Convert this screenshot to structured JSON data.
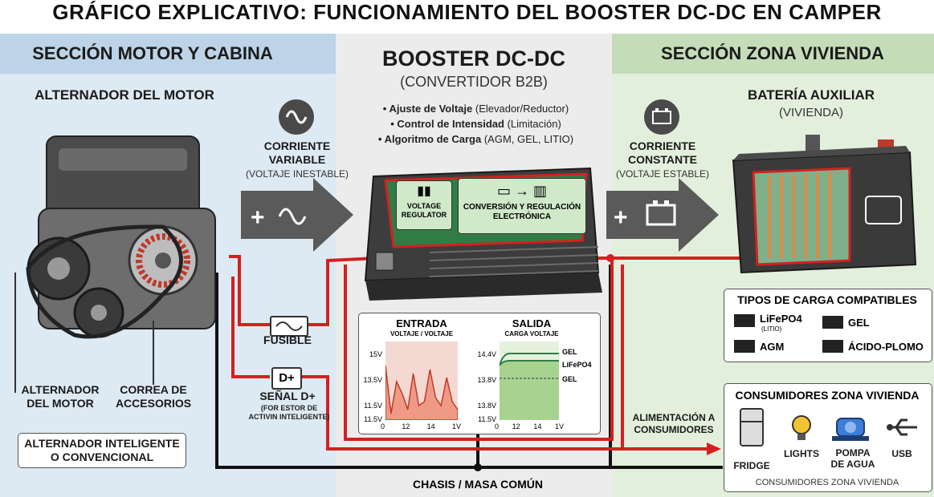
{
  "title": "GRÁFICO EXPLICATIVO: FUNCIONAMIENTO DEL BOOSTER DC-DC EN CAMPER",
  "left": {
    "header": "SECCIÓN MOTOR Y CABINA",
    "engine_title": "ALTERNADOR DEL MOTOR",
    "callout_alternator": "ALTERNADOR\nDEL MOTOR",
    "callout_belt": "CORREA DE\nACCESORIOS",
    "callout_smart": "ALTERNADOR INTELIGENTE\nO CONVENCIONAL"
  },
  "input_current": {
    "title": "CORRIENTE\nVARIABLE",
    "sub": "(VOLTAJE INESTABLE)",
    "icon": "sine-wave-icon",
    "arrow_symbol": "+ ∿"
  },
  "fuse": {
    "label": "FUSIBLE"
  },
  "d_plus": {
    "symbol": "D+",
    "label": "SEÑAL D+",
    "sub": "(FOR ESTOR DE\nACTIVIN INTELIGENTE)"
  },
  "booster": {
    "title": "BOOSTER DC-DC",
    "subtitle": "(CONVERTIDOR B2B)",
    "features": [
      {
        "bold": "• Ajuste de Voltaje",
        "rest": " (Elevador/Reductor)"
      },
      {
        "bold": "• Control de Intensidad",
        "rest": " (Limitación)"
      },
      {
        "bold": "• Algoritmo de Carga",
        "rest": " (AGM, GEL, LITIO)"
      }
    ],
    "module1": "VOLTAGE\nREGULATOR",
    "module2": "CONVERSIÓN Y REGULACIÓN\nELECTRÓNICA"
  },
  "graphs": {
    "input": {
      "title": "ENTRADA",
      "subtitle": "VOLTAJE / VOLTAJE",
      "y_ticks": [
        "15V",
        "13.5V",
        "11.5V",
        "11.5V"
      ],
      "x_ticks": [
        "0",
        "12",
        "14",
        "1V"
      ]
    },
    "output": {
      "title": "SALIDA",
      "subtitle": "CARGA VOLTAJE",
      "y_ticks": [
        "14.4V",
        "13.8V",
        "13.8V",
        "11.5V"
      ],
      "x_ticks": [
        "0",
        "12",
        "14",
        "1V"
      ],
      "series": [
        "GEL",
        "LiFePO4",
        "GEL"
      ]
    }
  },
  "output_current": {
    "title": "CORRIENTE\nCONSTANTE",
    "sub": "(VOLTAJE ESTABLE)",
    "icon": "battery-icon",
    "arrow_symbol": "+"
  },
  "right": {
    "header": "SECCIÓN ZONA VIVIENDA",
    "battery_title": "BATERÍA AUXILIAR",
    "battery_sub": "(VIVIENDA)"
  },
  "charge_types": {
    "title": "TIPOS DE CARGA COMPATIBLES",
    "items": [
      {
        "label": "LiFePO4",
        "sub": "(LITIO)"
      },
      {
        "label": "GEL",
        "sub": ""
      },
      {
        "label": "AGM",
        "sub": ""
      },
      {
        "label": "ÁCIDO-PLOMO",
        "sub": ""
      }
    ]
  },
  "feed": {
    "label": "ALIMENTACIÓN A\nCONSUMIDORES"
  },
  "consumers": {
    "title": "CONSUMIDORES ZONA VIVIENDA",
    "items": [
      {
        "label": "FRIDGE",
        "icon": "fridge-icon"
      },
      {
        "label": "LIGHTS",
        "icon": "light-bulb-icon"
      },
      {
        "label": "POMPA\nDE AGUA",
        "icon": "water-pump-icon"
      },
      {
        "label": "USB",
        "icon": "usb-icon"
      }
    ],
    "footer": "CONSUMIDORES ZONA VIVIENDA"
  },
  "ground": {
    "label": "CHASIS / MASA COMÚN"
  },
  "colors": {
    "positive_wire": "#d42020",
    "ground_wire": "#111111",
    "arrow": "#5a5a5a"
  }
}
